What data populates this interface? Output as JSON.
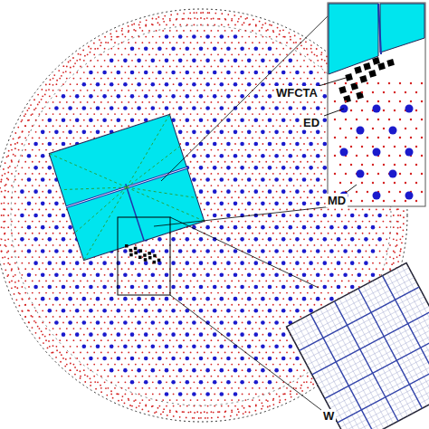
{
  "diagram": {
    "labels": [
      "WFCTA",
      "ED",
      "MD",
      "W"
    ]
  }
}
